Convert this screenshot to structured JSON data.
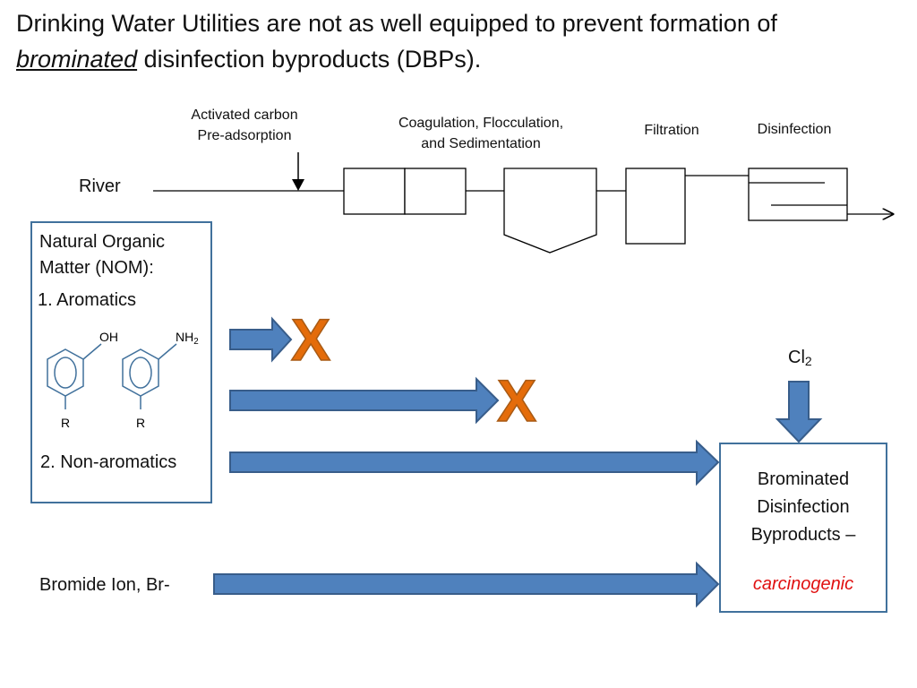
{
  "title": {
    "part1": "Drinking Water Utilities are not as well equipped to prevent formation of ",
    "emphasis": "brominated",
    "part2": " disinfection byproducts (DBPs)."
  },
  "process": {
    "source_label": "River",
    "activated_carbon_line1": "Activated carbon",
    "activated_carbon_line2": "Pre-adsorption",
    "coagulation_line1": "Coagulation, Flocculation,",
    "coagulation_line2": "and Sedimentation",
    "filtration": "Filtration",
    "disinfection": "Disinfection"
  },
  "nom": {
    "heading_line1": "Natural Organic",
    "heading_line2": "Matter (NOM):",
    "item1": "1. Aromatics",
    "item2": "2. Non-aromatics",
    "molecule1_group": "OH",
    "molecule2_group_base": "NH",
    "molecule2_group_sub": "2",
    "substituent": "R"
  },
  "blocked_marker": "X",
  "chlorine": {
    "base": "Cl",
    "sub": "2"
  },
  "bromide_label": "Bromide Ion, Br-",
  "dbp": {
    "line1": "Brominated",
    "line2": "Disinfection",
    "line3": "Byproducts –",
    "hazard": "carcinogenic"
  },
  "colors": {
    "arrow_fill": "#4f81bd",
    "arrow_stroke": "#385d8a",
    "box_border": "#41719c",
    "x_mark": "#e46c0a",
    "hazard_text": "#e01010"
  }
}
